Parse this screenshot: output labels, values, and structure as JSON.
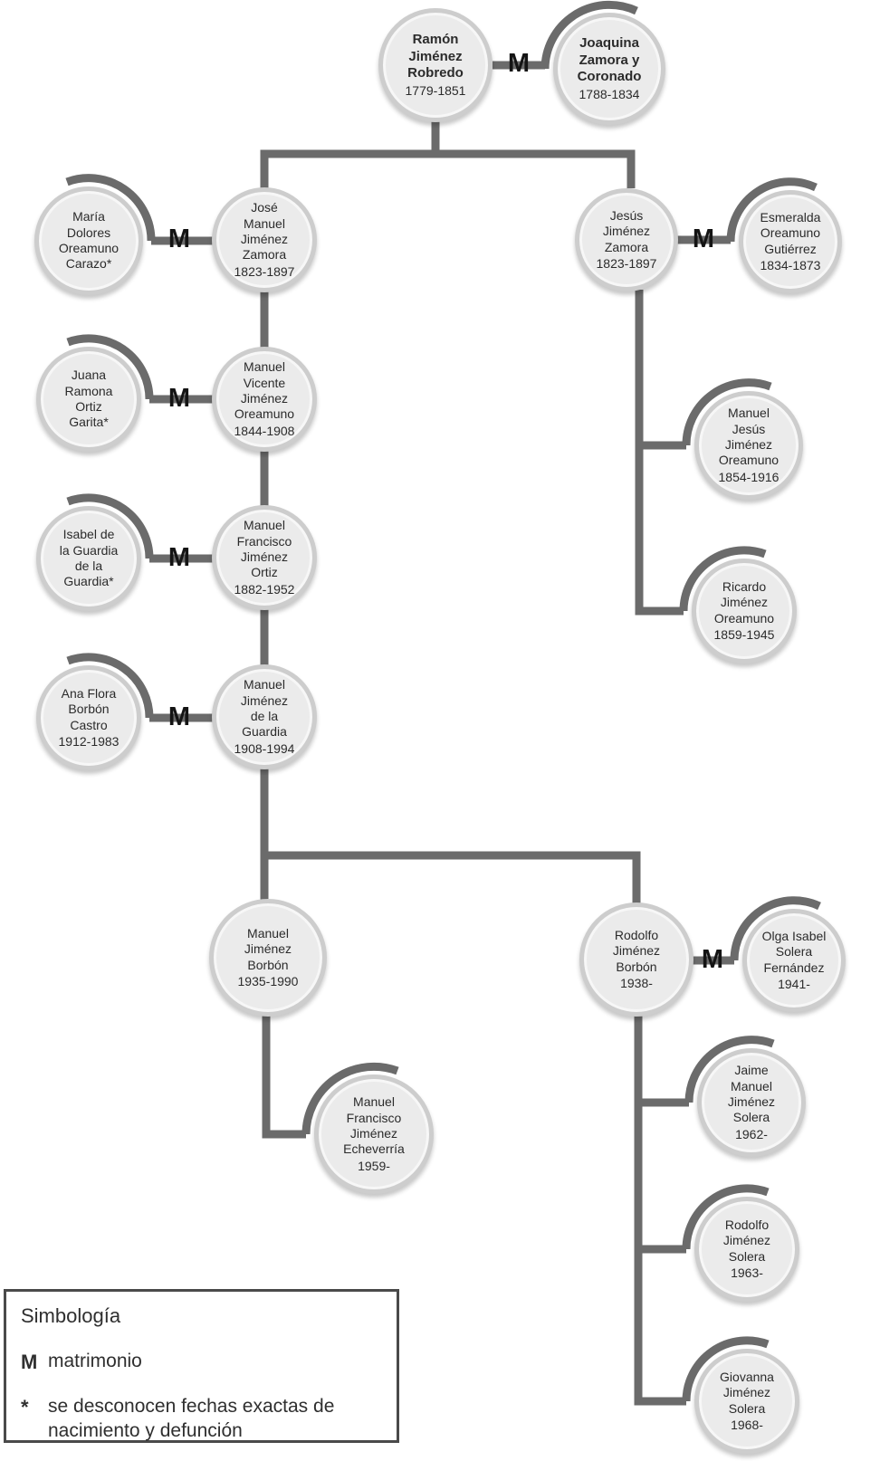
{
  "symbols": {
    "marriage": "M"
  },
  "colors": {
    "line": "#6b6b6b",
    "circle_fill": "#ebebeb",
    "circle_ring": "#cdcdcd",
    "text": "#2b2b2b"
  },
  "persons": [
    {
      "id": "ramon",
      "name": "Ramón\nJiménez\nRobredo",
      "years": "1779-1851"
    },
    {
      "id": "joaquina",
      "name": "Joaquina\nZamora y\nCoronado",
      "years": "1788-1834"
    },
    {
      "id": "maria_dolores",
      "name": "María\nDolores\nOreamuno\nCarazo*",
      "years": ""
    },
    {
      "id": "jose_manuel",
      "name": "José\nManuel\nJiménez\nZamora",
      "years": "1823-1897"
    },
    {
      "id": "jesus",
      "name": "Jesús\nJiménez\nZamora",
      "years": "1823-1897"
    },
    {
      "id": "esmeralda",
      "name": "Esmeralda\nOreamuno\nGutiérrez",
      "years": "1834-1873"
    },
    {
      "id": "juana",
      "name": "Juana\nRamona\nOrtiz\nGarita*",
      "years": ""
    },
    {
      "id": "manuel_vicente",
      "name": "Manuel\nVicente\nJiménez\nOreamuno",
      "years": "1844-1908"
    },
    {
      "id": "manuel_jesus",
      "name": "Manuel\nJesús\nJiménez\nOreamuno",
      "years": "1854-1916"
    },
    {
      "id": "isabel",
      "name": "Isabel de\nla Guardia\nde la\nGuardia*",
      "years": ""
    },
    {
      "id": "manuel_francisco",
      "name": "Manuel\nFrancisco\nJiménez\nOrtiz",
      "years": "1882-1952"
    },
    {
      "id": "ricardo",
      "name": "Ricardo\nJiménez\nOreamuno",
      "years": "1859-1945"
    },
    {
      "id": "ana_flora",
      "name": "Ana Flora\nBorbón\nCastro",
      "years": "1912-1983"
    },
    {
      "id": "manuel_guardia",
      "name": "Manuel\nJiménez\nde la\nGuardia",
      "years": "1908-1994"
    },
    {
      "id": "manuel_borbon",
      "name": "Manuel\nJiménez\nBorbón",
      "years": "1935-1990"
    },
    {
      "id": "rodolfo_borbon",
      "name": "Rodolfo\nJiménez\nBorbón",
      "years": "1938-"
    },
    {
      "id": "olga",
      "name": "Olga Isabel\nSolera\nFernández",
      "years": "1941-"
    },
    {
      "id": "manuel_echeverria",
      "name": "Manuel\nFrancisco\nJiménez\nEcheverría",
      "years": "1959-"
    },
    {
      "id": "jaime",
      "name": "Jaime\nManuel\nJiménez\nSolera",
      "years": "1962-"
    },
    {
      "id": "rodolfo_solera",
      "name": "Rodolfo\nJiménez\nSolera",
      "years": "1963-"
    },
    {
      "id": "giovanna",
      "name": "Giovanna\nJiménez\nSolera",
      "years": "1968-"
    }
  ],
  "relationships": {
    "marriages": [
      [
        "ramon",
        "joaquina"
      ],
      [
        "jose_manuel",
        "maria_dolores"
      ],
      [
        "jesus",
        "esmeralda"
      ],
      [
        "manuel_vicente",
        "juana"
      ],
      [
        "manuel_francisco",
        "isabel"
      ],
      [
        "manuel_guardia",
        "ana_flora"
      ],
      [
        "rodolfo_borbon",
        "olga"
      ]
    ],
    "children": [
      {
        "parents": [
          "ramon",
          "joaquina"
        ],
        "children": [
          "jose_manuel",
          "jesus"
        ]
      },
      {
        "parents": [
          "jose_manuel",
          "maria_dolores"
        ],
        "children": [
          "manuel_vicente"
        ]
      },
      {
        "parents": [
          "jesus",
          "esmeralda"
        ],
        "children": [
          "manuel_jesus",
          "ricardo"
        ]
      },
      {
        "parents": [
          "manuel_vicente",
          "juana"
        ],
        "children": [
          "manuel_francisco"
        ]
      },
      {
        "parents": [
          "manuel_francisco",
          "isabel"
        ],
        "children": [
          "manuel_guardia"
        ]
      },
      {
        "parents": [
          "manuel_guardia",
          "ana_flora"
        ],
        "children": [
          "manuel_borbon",
          "rodolfo_borbon"
        ]
      },
      {
        "parents": [
          "manuel_borbon"
        ],
        "children": [
          "manuel_echeverria"
        ]
      },
      {
        "parents": [
          "rodolfo_borbon",
          "olga"
        ],
        "children": [
          "jaime",
          "rodolfo_solera",
          "giovanna"
        ]
      }
    ]
  },
  "legend": {
    "title": "Simbología",
    "items": [
      {
        "symbol": "M",
        "label": "matrimonio"
      },
      {
        "symbol": "*",
        "label": "se desconocen fechas exactas de nacimiento y defunción"
      }
    ]
  }
}
